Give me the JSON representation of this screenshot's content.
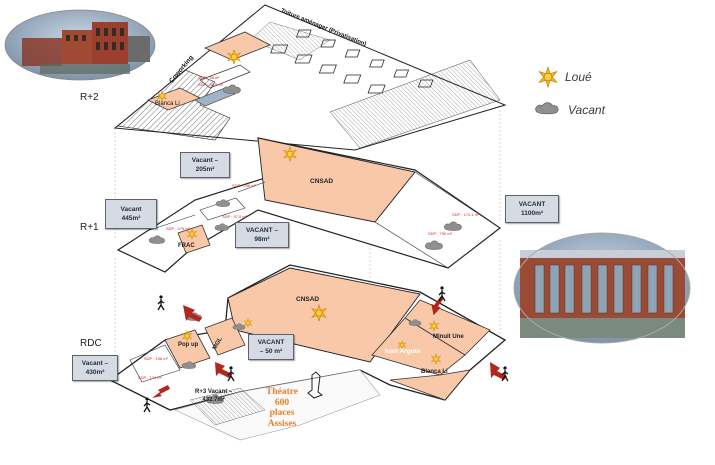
{
  "levels": {
    "r2": "R+2",
    "r1": "R+1",
    "rdc": "RDC"
  },
  "legend": {
    "loue": "Loué",
    "vacant": "Vacant"
  },
  "r2": {
    "roof_title": "Toiture  aménager (Privatisation)",
    "coworking": "Coworking",
    "blanca": "Blanca Li",
    "sdp1": "SDP : 58 m²",
    "sdp2": "SDP : 48.5 m²"
  },
  "r1": {
    "vacant_205_line1": "Vacant –",
    "vacant_205_line2": "205m²",
    "vacant_445_line1": "Vacant",
    "vacant_445_line2": "445m²",
    "vacant_98_line1": "VACANT –",
    "vacant_98_line2": "98m²",
    "vacant_1100_line1": "VACANT",
    "vacant_1100_line2": "1100m²",
    "cnsad": "CNSAD",
    "frac": "FRAC",
    "sdp_a": "SDP : 206 m²",
    "sdp_b": "SDP : 475 m²",
    "sdp_c": "SDP : 97.5 m²",
    "sdp_d": "SDP : 174.1 m²",
    "sdp_e": "SDP : 790 m²"
  },
  "rdc": {
    "cnsad": "CNSAD",
    "popup": "Pop up",
    "mgl": "MGL",
    "vacant_50_line1": "VACANT",
    "vacant_50_line2": "– 50 m²",
    "vacant_430_line1": "Vacant –",
    "vacant_430_line2": "430m²",
    "minuit": "Minuit Une",
    "ivan": "Ivan Argote",
    "blanca": "Blanca Li",
    "r3_line1": "R+3 Vacant –",
    "r3_line2": "432.7m²",
    "theatre_line1": "Théatre",
    "theatre_line2": "600",
    "theatre_line3": "places",
    "theatre_line4": "Assises",
    "sdp_f": "SDP : 196 m²",
    "sdp_g": "SDP : 134 m²"
  },
  "colors": {
    "rented": "#f8c8a8",
    "sun": "#f5b820",
    "cloud": "#8f8f8f",
    "arrow": "#b3261e",
    "box": "#d6dbe3",
    "theatre": "#e8822a"
  }
}
